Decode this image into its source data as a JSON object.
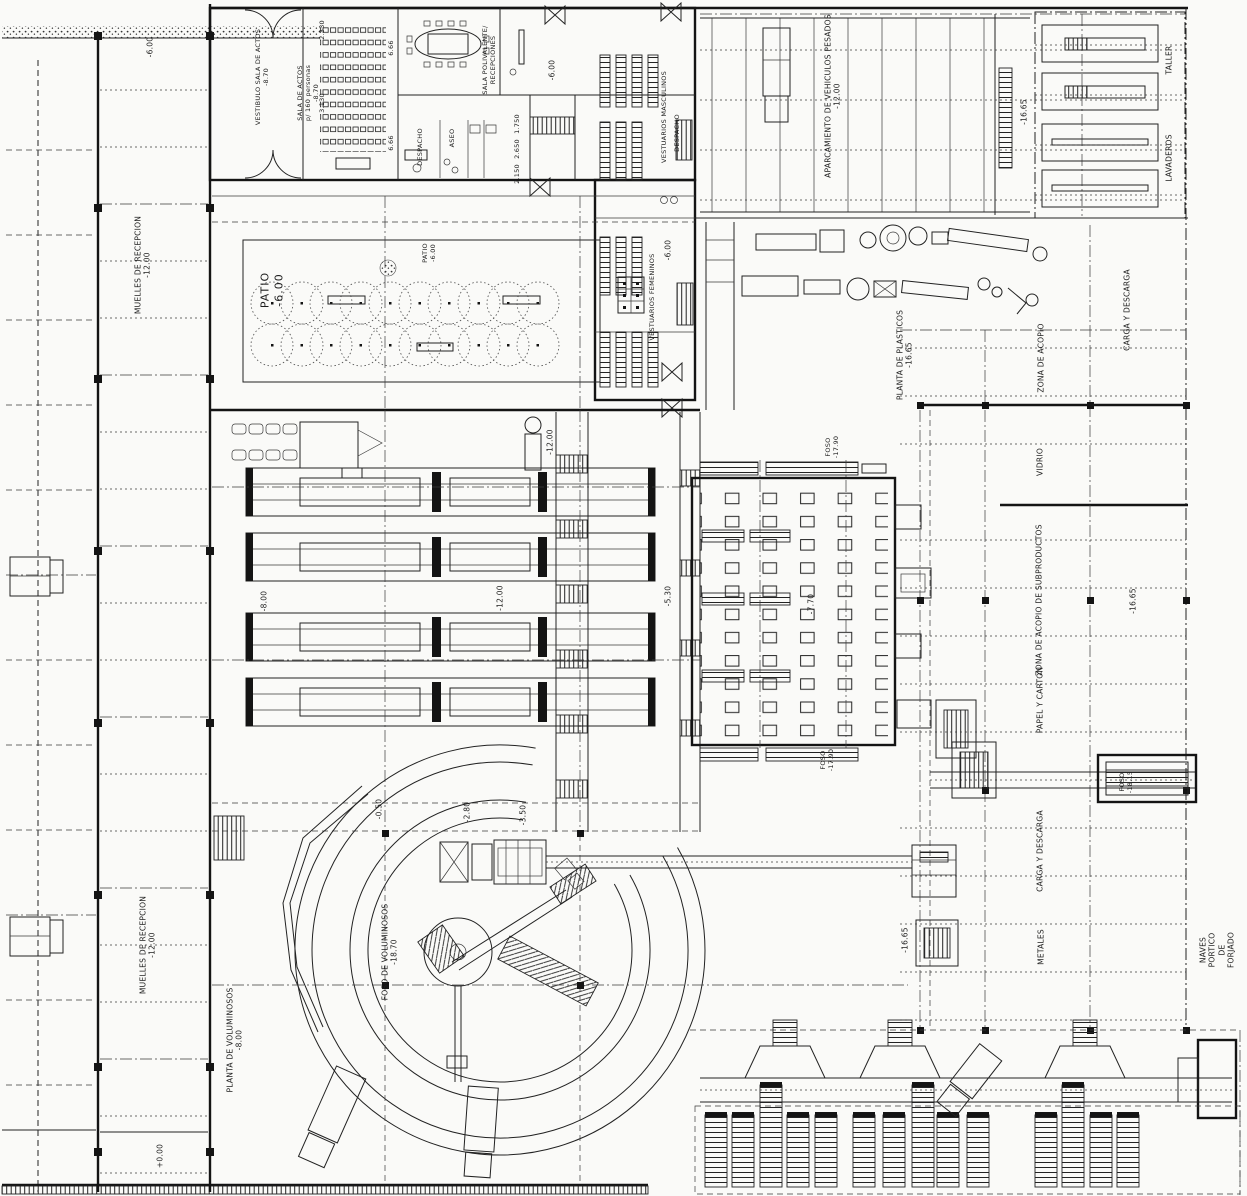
{
  "plan": {
    "type": "industrial-facility-floor-plan",
    "language": "es",
    "colors": {
      "paper": "#fafaf8",
      "ink": "#1e1e1e"
    },
    "labels": {
      "muelles1": {
        "text": "MUELLES DE RECEPCION\n-12.00"
      },
      "muelles2": {
        "text": "MUELLES DE RECEPCION\n-12.00"
      },
      "elev_yard_top": {
        "text": "-6.00"
      },
      "vestibulo": {
        "text": "VESTIBULO SALA DE ACTOS\n-8.70"
      },
      "sala_actos": {
        "text": "SALA DE ACTOS\np/ 160 personas\n-8.70"
      },
      "dim_2330": {
        "text": "2.330"
      },
      "dim_3130": {
        "text": "3.130"
      },
      "dim_666a": {
        "text": "6.66"
      },
      "dim_666b": {
        "text": "6.66"
      },
      "sala_polivalente": {
        "text": "SALA POLIVALENTE/\nRECEPCIONES"
      },
      "elev_polivalente": {
        "text": "-6.00"
      },
      "despacho1": {
        "text": "DESPACHO"
      },
      "aseo": {
        "text": "ASEO"
      },
      "dim_1750": {
        "text": "1.750"
      },
      "dim_2650": {
        "text": "2.650"
      },
      "dim_2150": {
        "text": "2.150"
      },
      "vest_masc": {
        "text": "VESTUARIOS MASCULINOS"
      },
      "despacho2": {
        "text": "DESPACHO"
      },
      "vest_fem": {
        "text": "VESTUARIOS FEMENINOS"
      },
      "elev_fem": {
        "text": "-6.00"
      },
      "aparcamiento": {
        "text": "APARCAMIENTO DE VEHICULOS PESADOS\n-12.00"
      },
      "taller": {
        "text": "TALLER"
      },
      "lavaderos": {
        "text": "LAVADEROS"
      },
      "elev_taller": {
        "text": "-16.65"
      },
      "patio": {
        "text": "PATIO\n-6.00"
      },
      "patio_small": {
        "text": "PATIO\n-6.00"
      },
      "planta_plasticos": {
        "text": "PLANTA DE PLASTICOS\n-16.65"
      },
      "zona_acopio": {
        "text": "ZONA DE ACOPIO"
      },
      "carga_descarga_norte": {
        "text": "CARGA Y DESCARGA"
      },
      "vidrio": {
        "text": "VIDRIO"
      },
      "zona_subproductos": {
        "text": "ZONA DE ACOPIO DE SUBPRODUCTOS"
      },
      "elev_subproductos": {
        "text": "-16.65"
      },
      "papel_carton": {
        "text": "PAPEL Y CARTON"
      },
      "foso_papel": {
        "text": "FOSO\n-18.15"
      },
      "carga_descarga_sur": {
        "text": "CARGA Y DESCARGA"
      },
      "metales": {
        "text": "METALES"
      },
      "elev_metales": {
        "text": "-16.65"
      },
      "naves_portico": {
        "text": "NAVES PORTICO DE FORJADO"
      },
      "elev_hall_norte": {
        "text": "-12.00"
      },
      "elev_hall_centro": {
        "text": "-12.00"
      },
      "elev_hall_oeste": {
        "text": "-8.00"
      },
      "elev_m530": {
        "text": "-5.30"
      },
      "elev_m770": {
        "text": "-7.70"
      },
      "foso_trommel_norte": {
        "text": "FOSO\n-17.90"
      },
      "foso_trommel_sur": {
        "text": "FOSO\n-17.90"
      },
      "elev_m050": {
        "text": "-0.50"
      },
      "elev_m280": {
        "text": "-2.80"
      },
      "elev_m350": {
        "text": "-3.50"
      },
      "foso_voluminosos": {
        "text": "FOSO DE VOLUMINOSOS\n-18.70"
      },
      "planta_voluminosos": {
        "text": "PLANTA DE VOLUMINOSOS\n-8.00"
      },
      "elev_cero": {
        "text": "+0.00"
      }
    }
  }
}
